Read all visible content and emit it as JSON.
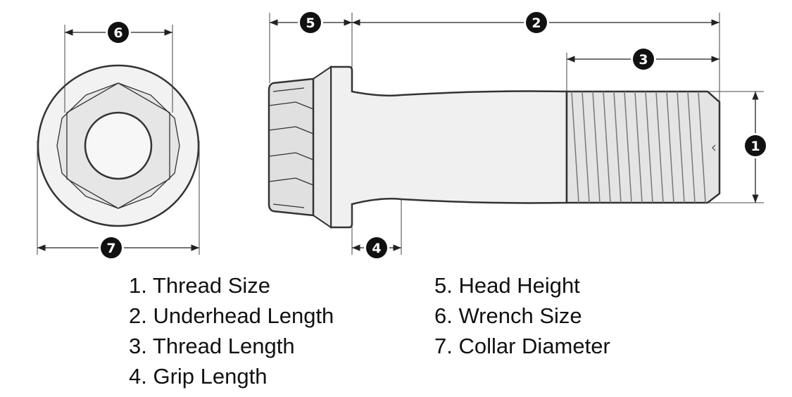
{
  "callouts": [
    "1",
    "2",
    "3",
    "4",
    "5",
    "6",
    "7"
  ],
  "legend": {
    "left": [
      "1. Thread Size",
      "2. Underhead Length",
      "3. Thread Length",
      "4. Grip Length"
    ],
    "right": [
      "5. Head Height",
      "6. Wrench Size",
      "7. Collar Diameter"
    ]
  }
}
